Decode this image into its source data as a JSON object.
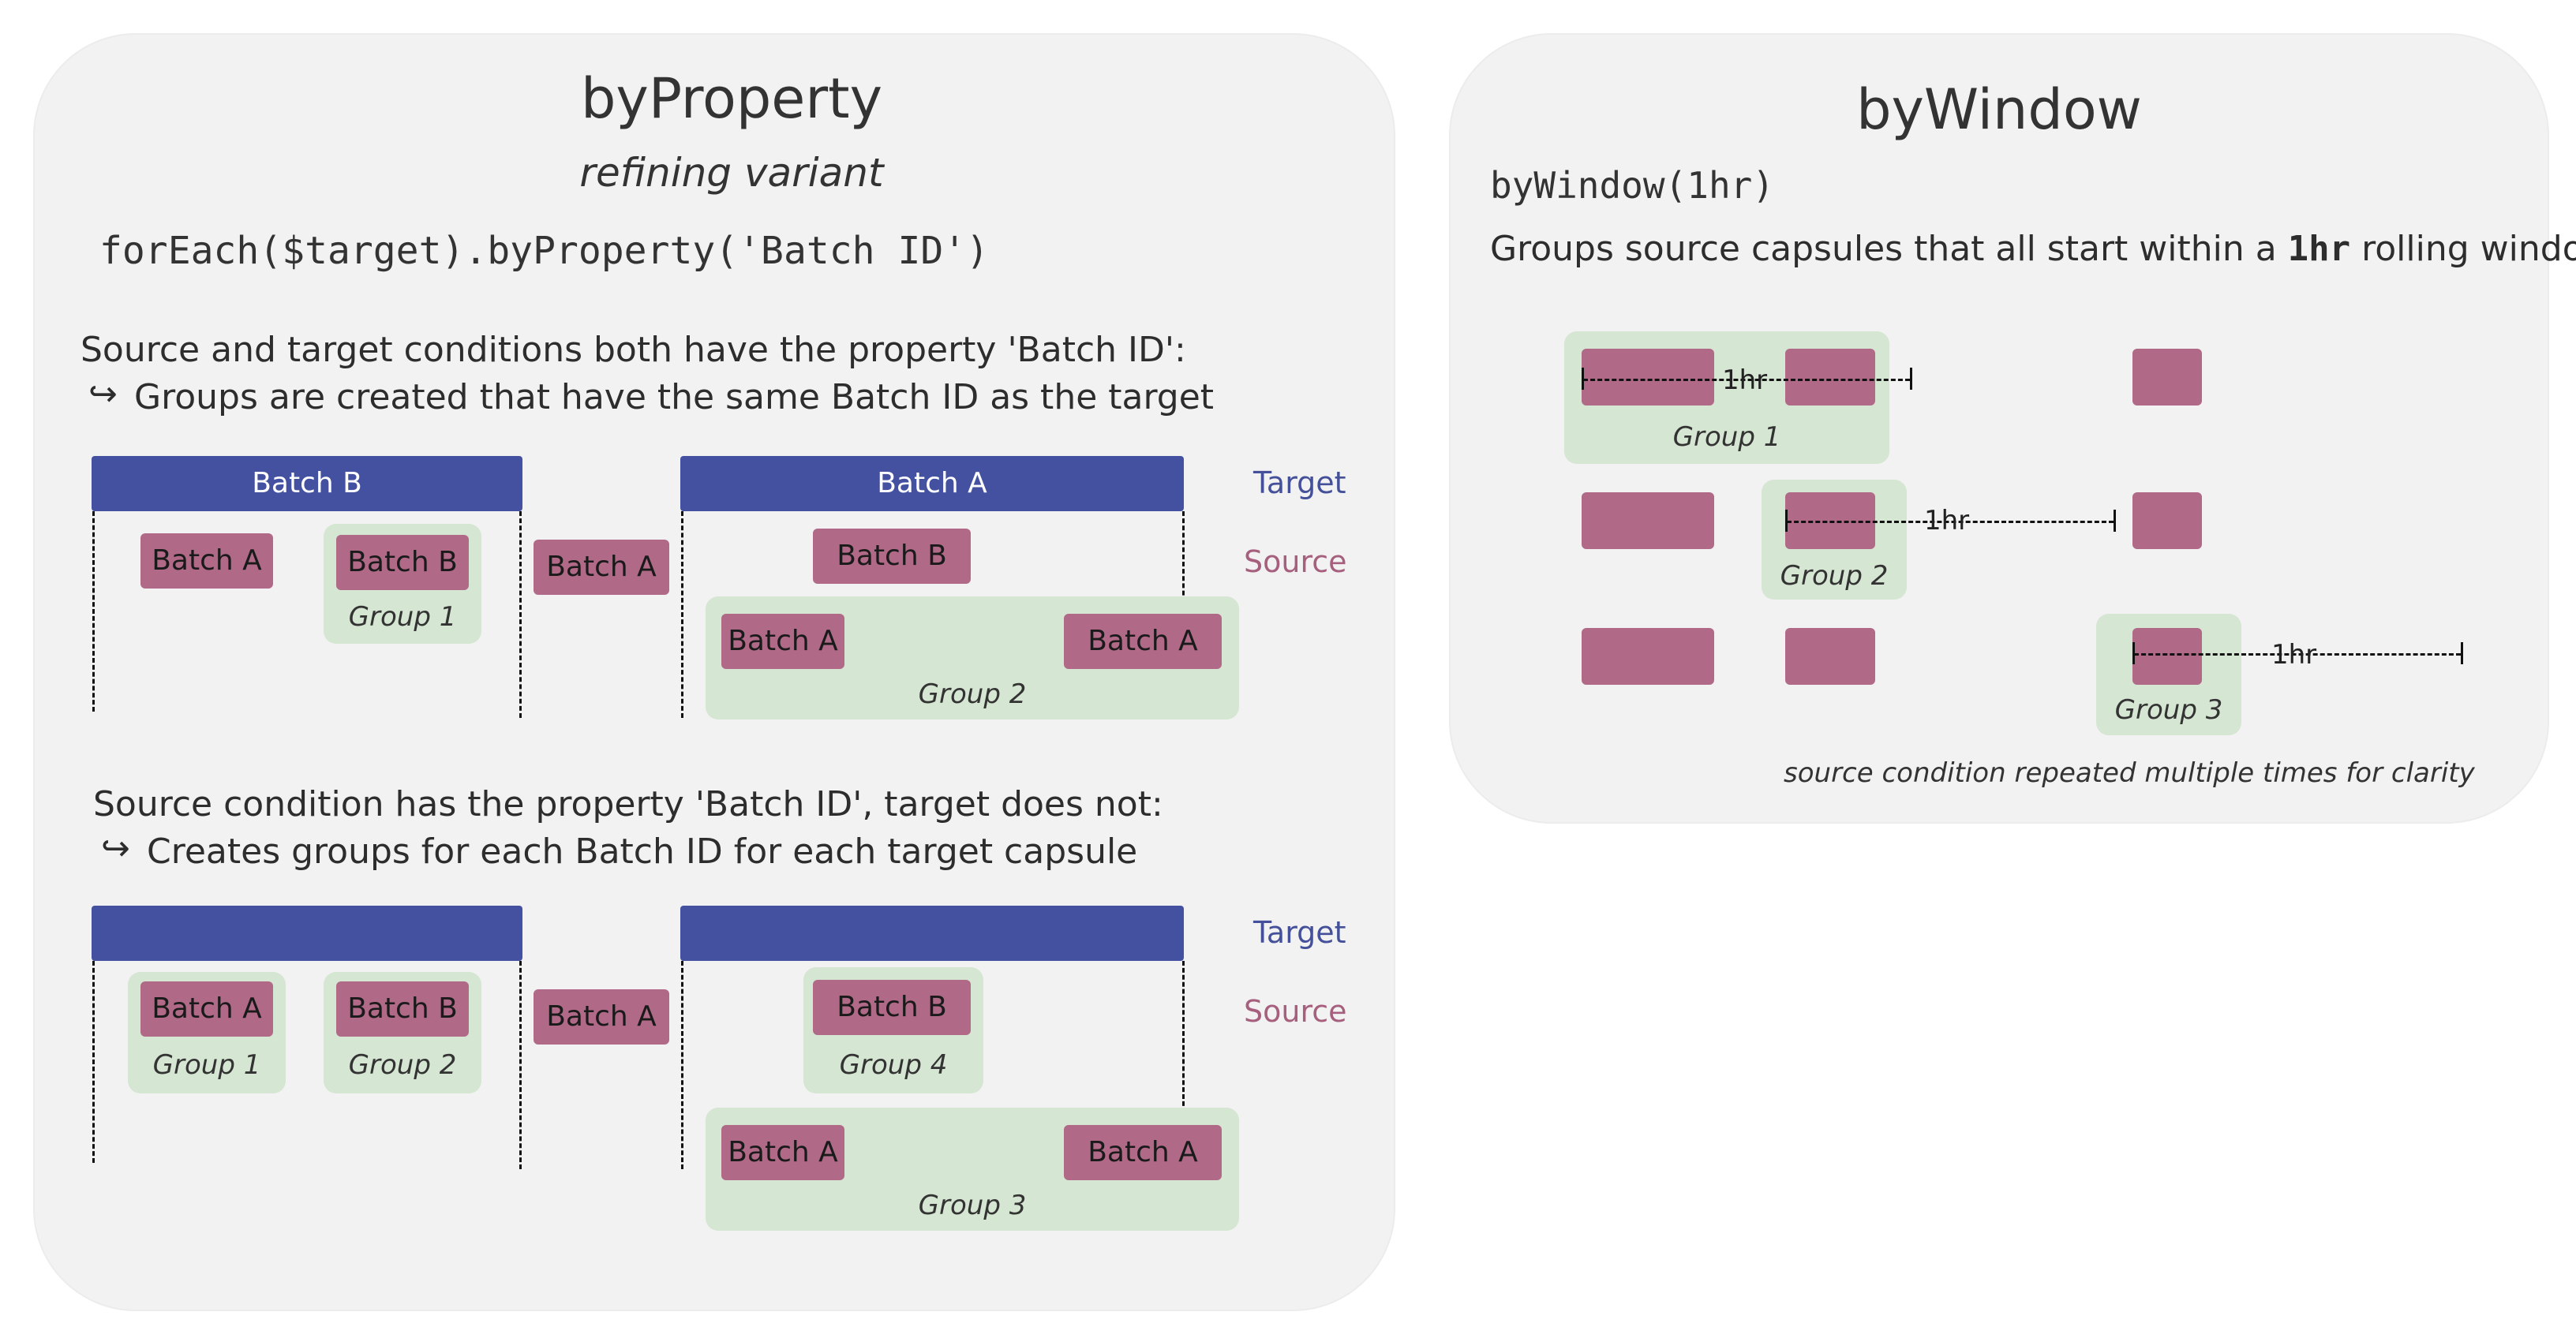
{
  "colors": {
    "panel_bg": "#f2f2f2",
    "target": "#4451a1",
    "source": "#b06987",
    "group": "#d5e6d2",
    "target_label": "#44519a",
    "source_label": "#a6607e"
  },
  "byProperty": {
    "title": "byProperty",
    "subtitle": "refining variant",
    "code": "forEach($target).byProperty('Batch ID')",
    "section1": {
      "line1": "Source and target conditions both have the property 'Batch ID':",
      "arrow": "↪",
      "line2": "Groups are created that have the same Batch ID as the target",
      "target_left": "Batch B",
      "target_right": "Batch A",
      "caps": [
        "Batch A",
        "Batch B",
        "Batch A",
        "Batch B",
        "Batch A",
        "Batch A"
      ],
      "groups": [
        "Group 1",
        "Group 2"
      ]
    },
    "section2": {
      "line1": "Source condition has the property 'Batch ID', target does not:",
      "arrow": "↪",
      "line2": "Creates groups for each Batch ID for each target capsule",
      "target_left": "",
      "target_right": "",
      "caps": [
        "Batch A",
        "Batch B",
        "Batch A",
        "Batch B",
        "Batch A",
        "Batch A"
      ],
      "groups": [
        "Group 1",
        "Group 2",
        "Group 4",
        "Group 3"
      ]
    },
    "legend_target": "Target",
    "legend_source": "Source"
  },
  "byWindow": {
    "title": "byWindow",
    "code": "byWindow(1hr)",
    "desc_pre": "Groups source capsules that all start within a ",
    "desc_bold": "1hr",
    "desc_post": " rolling window",
    "window_label": "1hr",
    "groups": [
      "Group 1",
      "Group 2",
      "Group 3"
    ],
    "note": "source condition repeated multiple times for clarity"
  }
}
